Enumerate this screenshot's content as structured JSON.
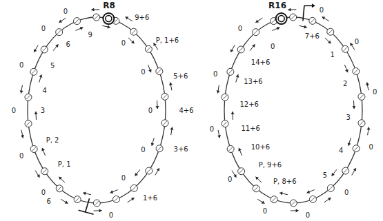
{
  "diagram": {
    "labels": [
      "R8",
      "9+6",
      "0",
      "P, 1+6",
      "5+6",
      "4+6",
      "3+6",
      "1+6",
      "0",
      "0",
      "0",
      "0",
      "0",
      "0",
      "9",
      "6",
      "5",
      "4",
      "3",
      "P, 2",
      "P, 1",
      "0",
      "0",
      "0",
      "0",
      "0",
      "R16",
      "0",
      "0",
      "0",
      "0",
      "0",
      "0",
      "0",
      "0",
      "0",
      "0",
      "0",
      "0",
      "14+6",
      "13+6",
      "12+6",
      "11+6",
      "10+6",
      "P, 9+6",
      "P, 8+6",
      "7+6",
      "1",
      "2",
      "3",
      "4",
      "5",
      "6"
    ]
  }
}
